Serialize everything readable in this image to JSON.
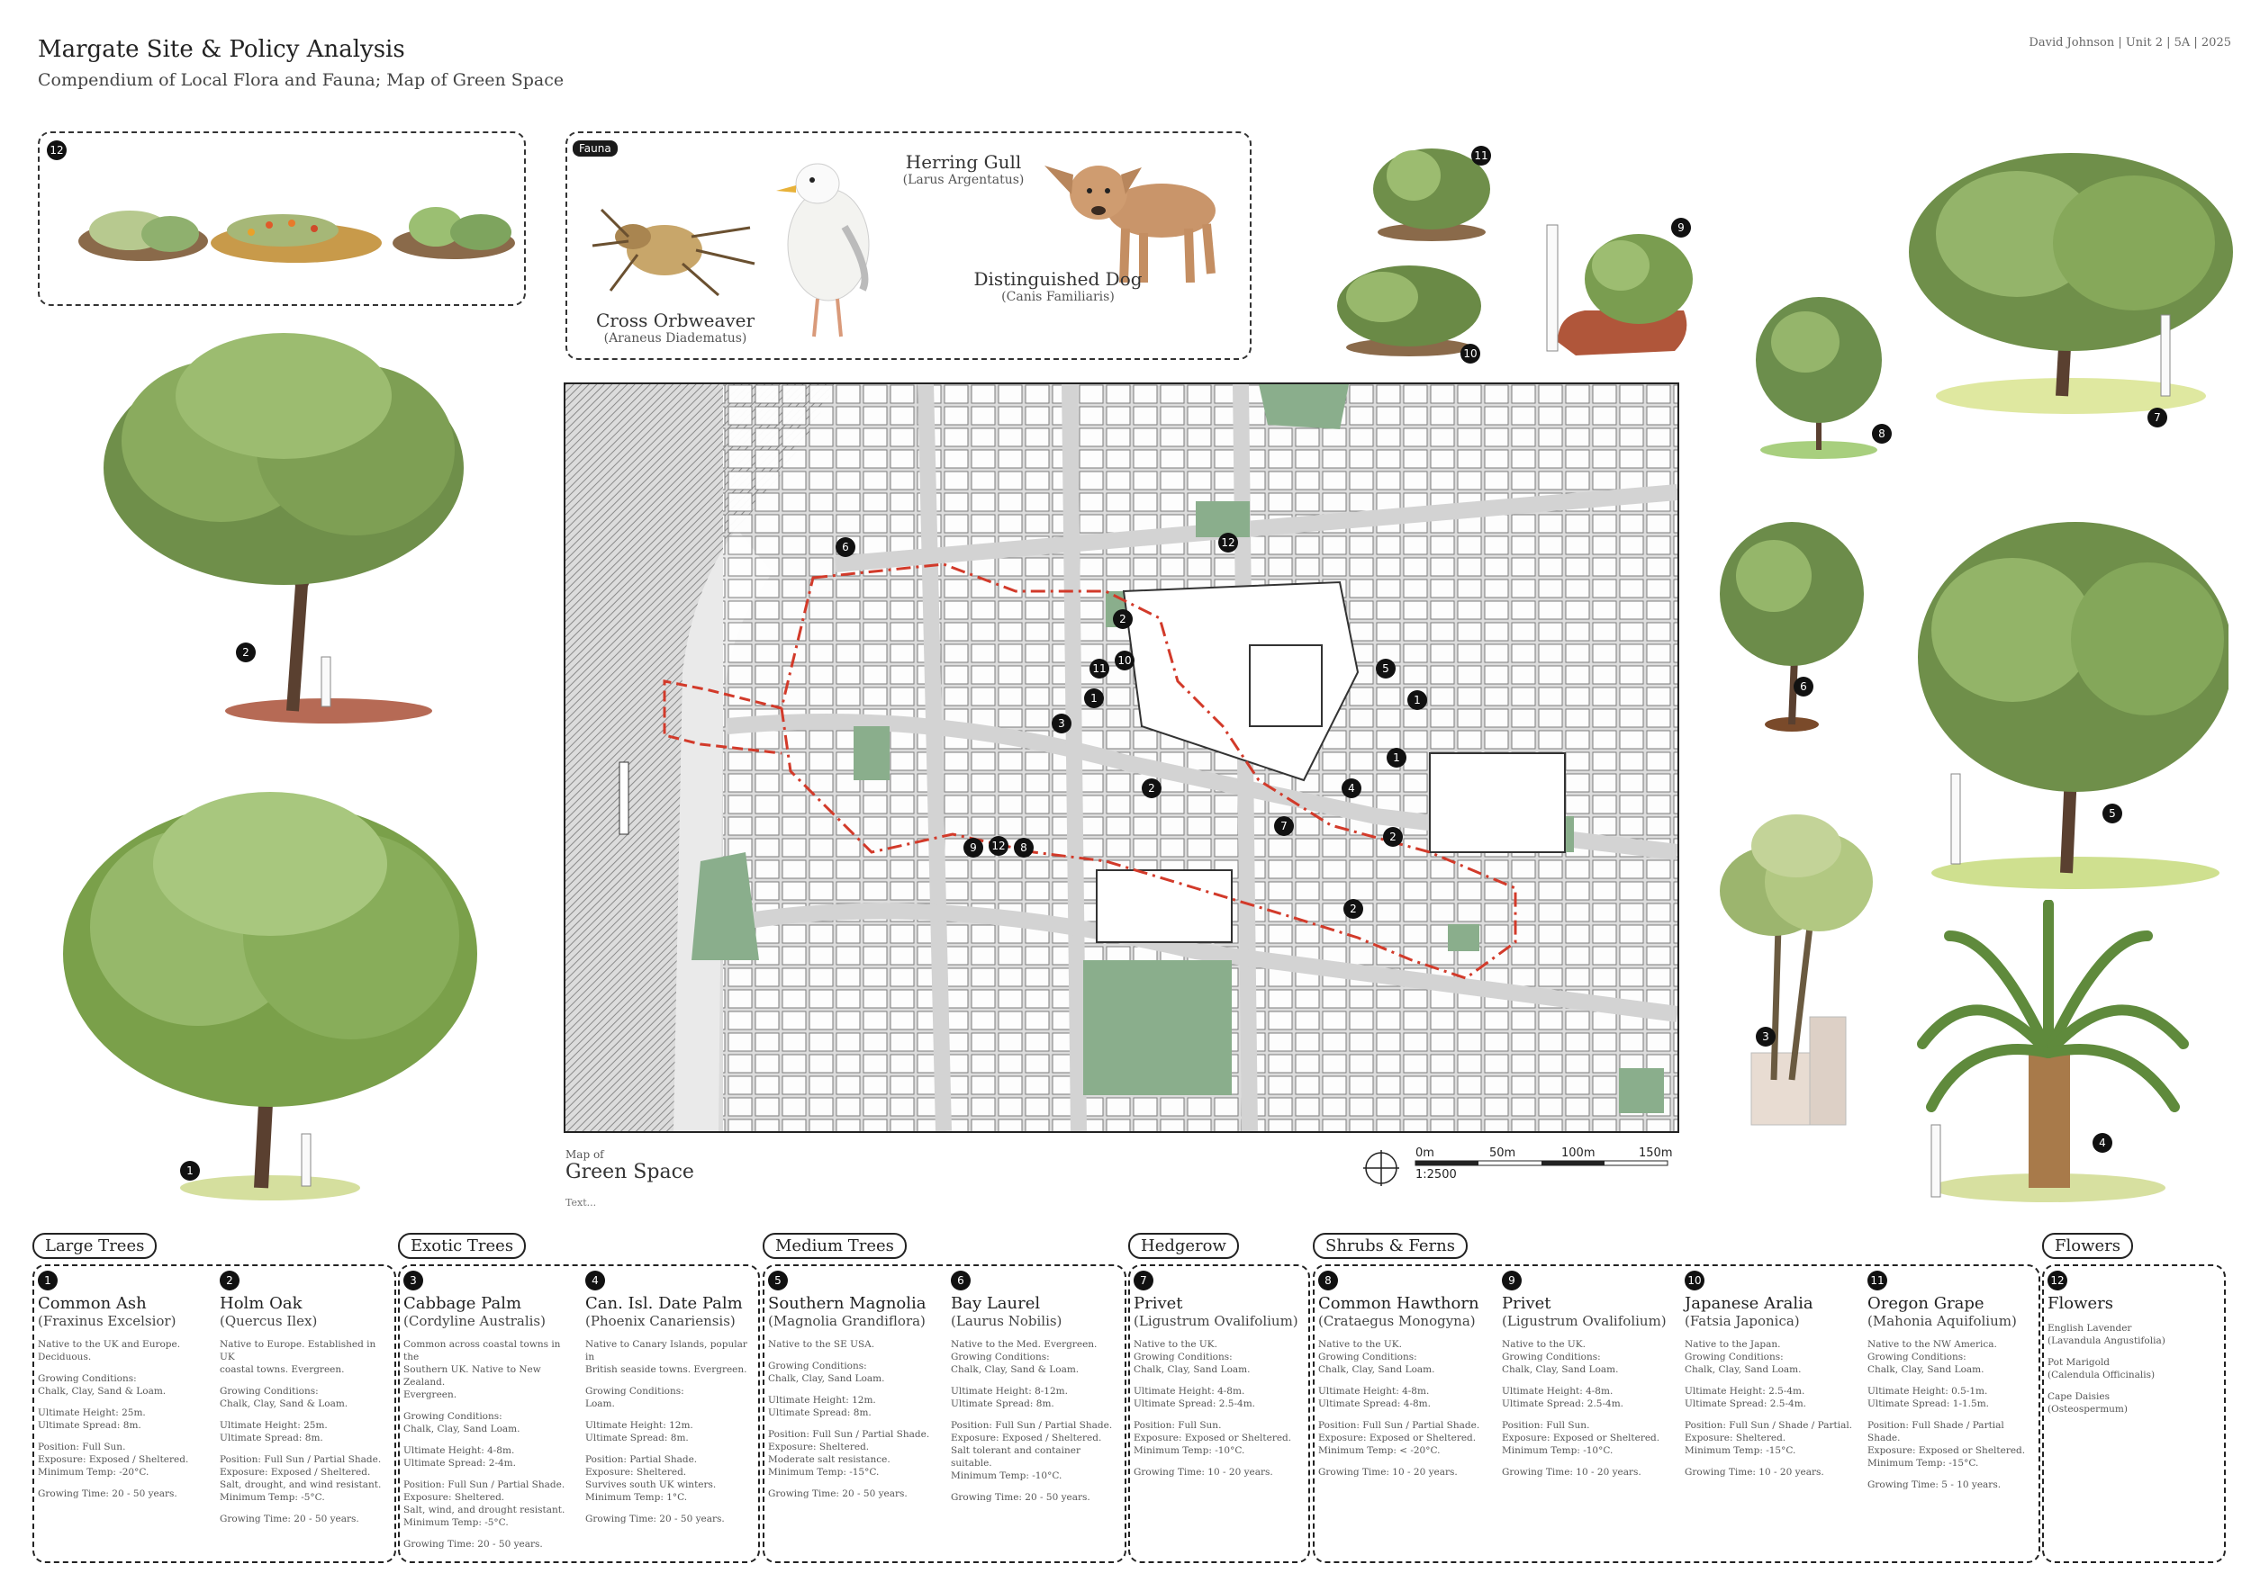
{
  "header": {
    "title": "Margate Site & Policy Analysis",
    "subtitle": "Compendium of Local Flora and Fauna; Map of Green Space",
    "author": "David Johnson  |  Unit 2  |  5A  |  2025"
  },
  "flowers_box": {
    "number": "12"
  },
  "fauna": {
    "tag": "Fauna",
    "gull_name": "Herring Gull",
    "gull_latin": "(Larus Argentatus)",
    "spider_name": "Cross Orbweaver",
    "spider_latin": "(Araneus Diadematus)",
    "dog_name": "Distinguished Dog",
    "dog_latin": "(Canis Familiaris)"
  },
  "map": {
    "label_small": "Map of",
    "label": "Green Space",
    "text": "Text...",
    "scale": {
      "s0": "0m",
      "s1": "50m",
      "s2": "100m",
      "s3": "150m",
      "ratio": "1:2500"
    },
    "markers": [
      "6",
      "12",
      "2",
      "11",
      "10",
      "1",
      "3",
      "5",
      "1",
      "1",
      "2",
      "4",
      "7",
      "9",
      "12",
      "8",
      "2",
      "2"
    ]
  },
  "illustration_numbers": {
    "ash": "1",
    "holm": "2",
    "cabbage": "3",
    "date": "4",
    "magnolia": "5",
    "laurel": "6",
    "privet": "7",
    "hawthorn": "8",
    "privet2": "9",
    "aralia": "10",
    "grape": "11"
  },
  "sections": {
    "large_trees": "Large Trees",
    "exotic_trees": "Exotic Trees",
    "medium_trees": "Medium Trees",
    "hedgerow": "Hedgerow",
    "shrubs_ferns": "Shrubs & Ferns",
    "flowers": "Flowers"
  },
  "species": [
    {
      "num": "1",
      "name": "Common Ash",
      "latin": "(Fraxinus Excelsior)",
      "p1": "Native to the UK and Europe.\nDeciduous.",
      "p2": "Growing Conditions:\nChalk, Clay, Sand & Loam.",
      "p3": "Ultimate Height: 25m.\nUltimate Spread: 8m.",
      "p4": "Position: Full Sun.\nExposure: Exposed / Sheltered.\nMinimum Temp: -20°C.",
      "p5": "Growing Time: 20 - 50 years."
    },
    {
      "num": "2",
      "name": "Holm Oak",
      "latin": "(Quercus Ilex)",
      "p1": "Native to Europe. Established in UK\ncoastal towns. Evergreen.",
      "p2": "Growing Conditions:\nChalk, Clay, Sand & Loam.",
      "p3": "Ultimate Height: 25m.\nUltimate Spread: 8m.",
      "p4": "Position: Full Sun / Partial Shade.\nExposure: Exposed / Sheltered.\nSalt, drought, and wind resistant.\nMinimum Temp: -5°C.",
      "p5": "Growing Time: 20 - 50 years."
    },
    {
      "num": "3",
      "name": "Cabbage Palm",
      "latin": "(Cordyline Australis)",
      "p1": "Common across coastal towns in the\nSouthern UK. Native to New Zealand.\nEvergreen.",
      "p2": "Growing Conditions:\nChalk, Clay, Sand Loam.",
      "p3": "Ultimate Height: 4-8m.\nUltimate Spread: 2-4m.",
      "p4": "Position: Full Sun / Partial Shade.\nExposure: Sheltered.\nSalt, wind, and drought resistant.\nMinimum Temp: -5°C.",
      "p5": "Growing Time: 20 - 50 years."
    },
    {
      "num": "4",
      "name": "Can. Isl. Date Palm",
      "latin": "(Phoenix Canariensis)",
      "p1": "Native to Canary Islands, popular in\nBritish seaside towns. Evergreen.",
      "p2": "Growing Conditions:\nLoam.",
      "p3": "Ultimate Height: 12m.\nUltimate Spread: 8m.",
      "p4": "Position: Partial Shade.\nExposure: Sheltered.\nSurvives south UK winters.\nMinimum Temp: 1°C.",
      "p5": "Growing Time: 20 - 50 years."
    },
    {
      "num": "5",
      "name": "Southern Magnolia",
      "latin": "(Magnolia Grandiflora)",
      "p1": "Native to the SE USA.",
      "p2": "Growing Conditions:\nChalk, Clay, Sand Loam.",
      "p3": "Ultimate Height: 12m.\nUltimate Spread: 8m.",
      "p4": "Position: Full Sun / Partial Shade.\nExposure: Sheltered.\nModerate salt resistance.\nMinimum Temp: -15°C.",
      "p5": "Growing Time: 20 - 50 years."
    },
    {
      "num": "6",
      "name": "Bay Laurel",
      "latin": "(Laurus Nobilis)",
      "p1": "Native to the Med. Evergreen.\nGrowing Conditions:\nChalk, Clay, Sand & Loam.",
      "p2": "Ultimate Height: 8-12m.\nUltimate Spread: 8m.",
      "p3": "Position: Full Sun / Partial Shade.\nExposure: Exposed / Sheltered.\nSalt tolerant and container suitable.\nMinimum Temp: -10°C.",
      "p4": "Growing Time: 20 - 50 years.",
      "p5": ""
    },
    {
      "num": "7",
      "name": "Privet",
      "latin": "(Ligustrum Ovalifolium)",
      "p1": "Native to the UK.\nGrowing Conditions:\nChalk, Clay, Sand Loam.",
      "p2": "Ultimate Height: 4-8m.\nUltimate Spread: 2.5-4m.",
      "p3": "Position: Full Sun.\nExposure: Exposed or Sheltered.\nMinimum Temp: -10°C.",
      "p4": "Growing Time: 10 - 20 years.",
      "p5": ""
    },
    {
      "num": "8",
      "name": "Common Hawthorn",
      "latin": "(Crataegus Monogyna)",
      "p1": "Native to the UK.\nGrowing Conditions:\nChalk, Clay, Sand Loam.",
      "p2": "Ultimate Height: 4-8m.\nUltimate Spread: 4-8m.",
      "p3": "Position: Full Sun / Partial Shade.\nExposure: Exposed or Sheltered.\nMinimum Temp: < -20°C.",
      "p4": "Growing Time: 10 - 20 years.",
      "p5": ""
    },
    {
      "num": "9",
      "name": "Privet",
      "latin": "(Ligustrum Ovalifolium)",
      "p1": "Native to the UK.\nGrowing Conditions:\nChalk, Clay, Sand Loam.",
      "p2": "Ultimate Height: 4-8m.\nUltimate Spread: 2.5-4m.",
      "p3": "Position: Full Sun.\nExposure: Exposed or Sheltered.\nMinimum Temp: -10°C.",
      "p4": "Growing Time: 10 - 20 years.",
      "p5": ""
    },
    {
      "num": "10",
      "name": "Japanese Aralia",
      "latin": "(Fatsia Japonica)",
      "p1": "Native to the Japan.\nGrowing Conditions:\nChalk, Clay, Sand Loam.",
      "p2": "Ultimate Height: 2.5-4m.\nUltimate Spread: 2.5-4m.",
      "p3": "Position: Full Sun / Shade / Partial.\nExposure: Sheltered.\nMinimum Temp: -15°C.",
      "p4": "Growing Time: 10 - 20 years.",
      "p5": ""
    },
    {
      "num": "11",
      "name": "Oregon Grape",
      "latin": "(Mahonia Aquifolium)",
      "p1": "Native to the NW America.\nGrowing Conditions:\nChalk, Clay, Sand Loam.",
      "p2": "Ultimate Height: 0.5-1m.\nUltimate Spread: 1-1.5m.",
      "p3": "Position: Full Shade / Partial Shade.\nExposure: Exposed or Sheltered.\nMinimum Temp: -15°C.",
      "p4": "Growing Time: 5 - 10 years.",
      "p5": ""
    },
    {
      "num": "12",
      "name": "Flowers",
      "latin": "",
      "p1": "English Lavender\n(Lavandula Angustifolia)",
      "p2": "Pot Marigold\n(Calendula Officinalis)",
      "p3": "Cape Daisies\n(Osteospermum)",
      "p4": "",
      "p5": ""
    }
  ],
  "colors": {
    "green_space": "#8aae8c",
    "boundary": "#d23a2a",
    "sea": "#555555",
    "building": "#ffffff",
    "street": "#d9d9d9"
  }
}
